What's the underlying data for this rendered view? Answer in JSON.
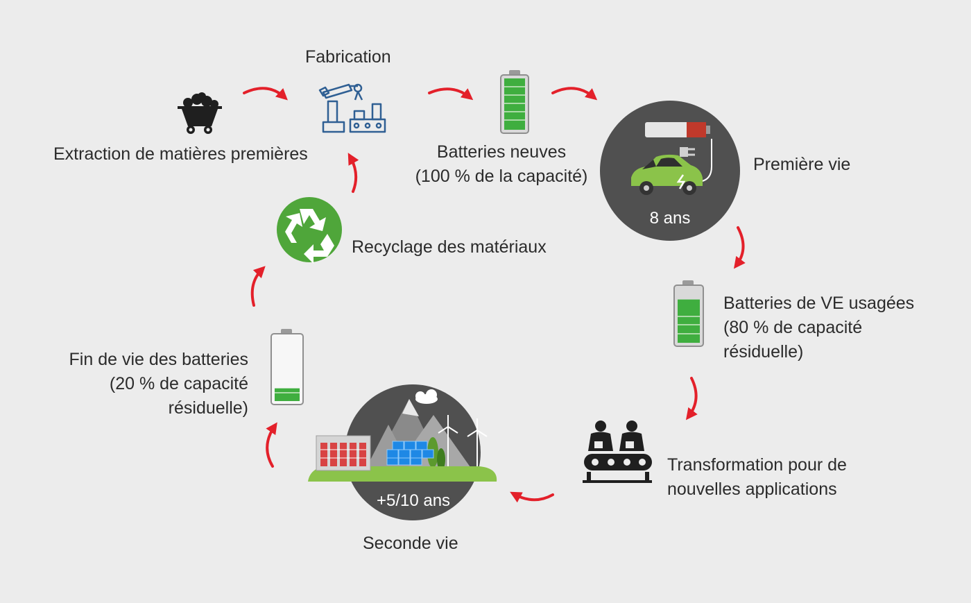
{
  "colors": {
    "background": "#ececec",
    "arrow": "#e3202a",
    "battery_green": "#3fae3f",
    "recycle_green": "#4fa63a",
    "circle_dark": "#505050",
    "car_green": "#8bc34a",
    "icon_dark": "#1f1f1f",
    "icon_line": "#3a6ea5"
  },
  "stages": {
    "extraction": {
      "label": "Extraction de matières premières",
      "icon": "mine-cart-icon"
    },
    "fabrication": {
      "label": "Fabrication",
      "icon": "robot-factory-icon"
    },
    "new_batteries": {
      "line1": "Batteries neuves",
      "line2": "(100 % de la capacité)",
      "icon": "battery-full-icon",
      "charge": 1.0
    },
    "first_life": {
      "label": "Première vie",
      "duration": "8 ans",
      "icon": "electric-car-icon"
    },
    "used_batteries": {
      "line1": "Batteries de VE usagées",
      "line2": "(80 % de capacité",
      "line3": "résiduelle)",
      "icon": "battery-80-icon",
      "charge": 0.8
    },
    "transformation": {
      "line1": "Transformation pour de",
      "line2": "nouvelles applications",
      "icon": "workers-conveyor-icon"
    },
    "second_life": {
      "label": "Seconde vie",
      "duration": "+5/10 ans",
      "icon": "renewable-storage-icon"
    },
    "end_of_life": {
      "line1": "Fin de vie des batteries",
      "line2": "(20 % de capacité",
      "line3": "résiduelle)",
      "icon": "battery-20-icon",
      "charge": 0.2
    },
    "recycling": {
      "label": "Recyclage des matériaux",
      "icon": "recycle-icon"
    }
  }
}
